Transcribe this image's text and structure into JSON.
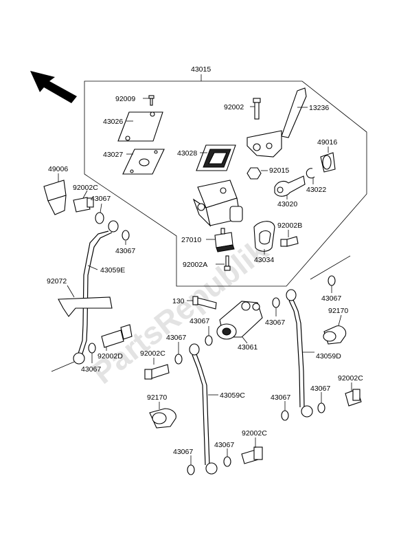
{
  "watermark": "PartsRepublik",
  "labels": {
    "l43015": "43015",
    "l92009": "92009",
    "l92002": "92002",
    "l13236": "13236",
    "l43026": "43026",
    "l43027": "43027",
    "l43028": "43028",
    "l92015": "92015",
    "l49016": "49016",
    "l43022": "43022",
    "l43020": "43020",
    "l49006": "49006",
    "l92002c_a": "92002C",
    "l43067_a": "43067",
    "l43067_b": "43067",
    "l92002b": "92002B",
    "l27010": "27010",
    "l43034": "43034",
    "l92002a": "92002A",
    "l43059e": "43059E",
    "l92072": "92072",
    "l43067_c": "43067",
    "l130": "130",
    "l43067_d": "43067",
    "l43067_e": "43067",
    "l92170_a": "92170",
    "l43061": "43061",
    "l43067_f": "43067",
    "l92002d": "92002D",
    "l43059d": "43059D",
    "l92002c_b": "92002C",
    "l43067_g": "43067",
    "l92002c_c": "92002C",
    "l92170_b": "92170",
    "l43059c": "43059C",
    "l43067_h": "43067",
    "l43067_i": "43067",
    "l43067_j": "43067",
    "l92002c_d": "92002C",
    "l43067_k": "43067"
  }
}
